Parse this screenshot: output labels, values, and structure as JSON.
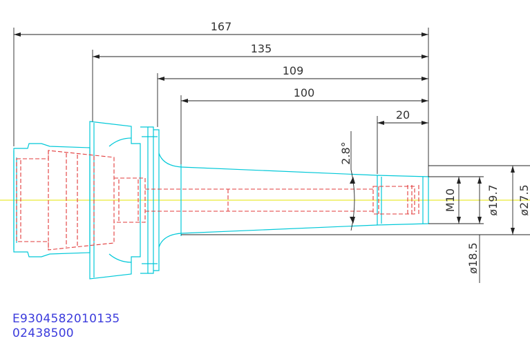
{
  "dimensions": {
    "overall_length": "167",
    "flange_to_tip": "135",
    "collar_to_tip": "109",
    "taper_length": "100",
    "nose_length": "20",
    "taper_angle": "2.8°",
    "thread": "M10",
    "nose_diameter": "ø19.7",
    "max_diameter": "ø27.5",
    "neck_diameter": "ø18.5"
  },
  "part_codes": {
    "article_number": "E9304582010135",
    "order_code": "02438500"
  },
  "colors": {
    "outline": "#00c8d8",
    "hidden": "#e23a3a",
    "centerline": "#e6e600",
    "dimension": "#222222",
    "text_code": "#3b3bdc"
  }
}
